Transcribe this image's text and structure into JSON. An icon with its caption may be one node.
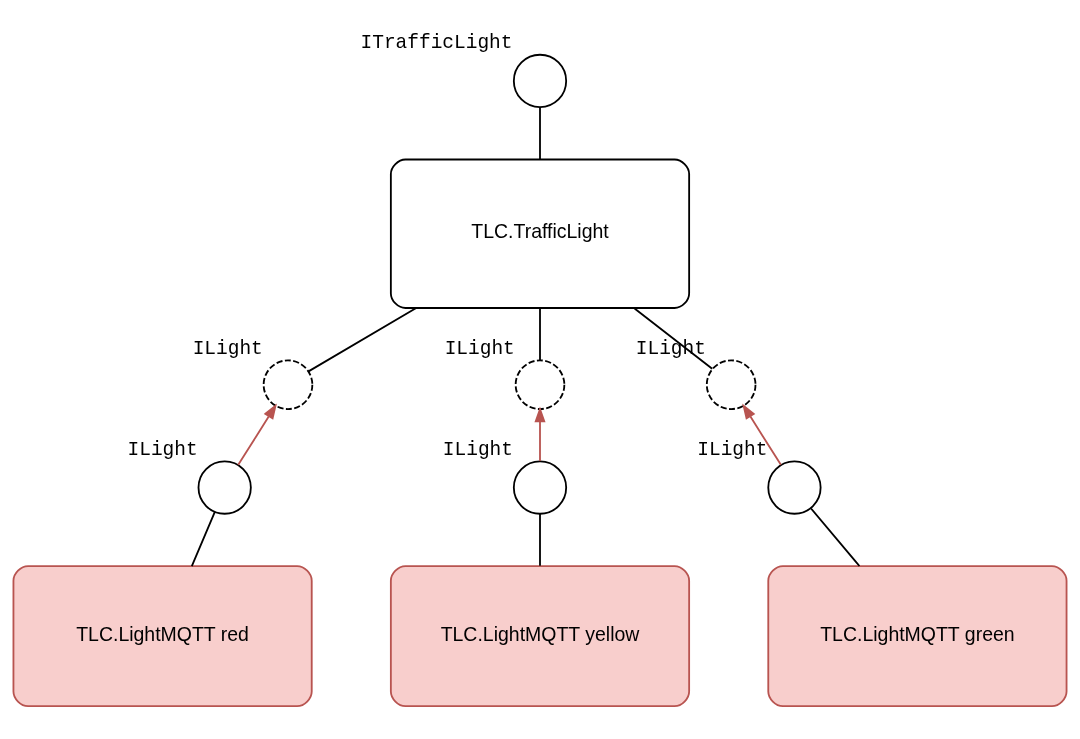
{
  "diagram": {
    "nodes": [
      {
        "text": [],
        "shape": "circle",
        "beside": [
          "ITrafficLight"
        ]
      },
      {
        "text": [
          "TLC.TrafficLight"
        ]
      },
      {
        "text": [],
        "shape": "arc",
        "beside": [
          "ILight"
        ]
      },
      {
        "text": [],
        "shape": "arc",
        "beside": [
          "ILight"
        ]
      },
      {
        "text": [],
        "shape": "arc",
        "beside": [
          "ILight"
        ]
      },
      {
        "text": [],
        "shape": "circle",
        "beside": [
          "ILight"
        ]
      },
      {
        "text": [],
        "shape": "circle",
        "beside": [
          "ILight"
        ]
      },
      {
        "text": [],
        "shape": "circle",
        "beside": [
          "ILight"
        ]
      },
      {
        "text": [
          "TLC.LightMQTT red"
        ]
      },
      {
        "text": [
          "TLC.LightMQTT yellow"
        ]
      },
      {
        "text": [
          "TLC.LightMQTT green"
        ]
      }
    ],
    "edges": [
      {
        "from": 0,
        "to": 1,
        "arrow": "none"
      },
      {
        "from": 1,
        "to": 2,
        "arrow": "none"
      },
      {
        "from": 1,
        "to": 3,
        "arrow": "none"
      },
      {
        "from": 1,
        "to": 4,
        "arrow": "none"
      },
      {
        "from": 5,
        "to": 2,
        "arrow": "to",
        "color": "#b85450"
      },
      {
        "from": 6,
        "to": 3,
        "arrow": "to",
        "color": "#b85450"
      },
      {
        "from": 7,
        "to": 4,
        "arrow": "to",
        "color": "#b85450"
      },
      {
        "from": 5,
        "to": 8,
        "arrow": "none"
      },
      {
        "from": 6,
        "to": 9,
        "arrow": "none"
      },
      {
        "from": 7,
        "to": 10,
        "arrow": "none"
      }
    ]
  }
}
